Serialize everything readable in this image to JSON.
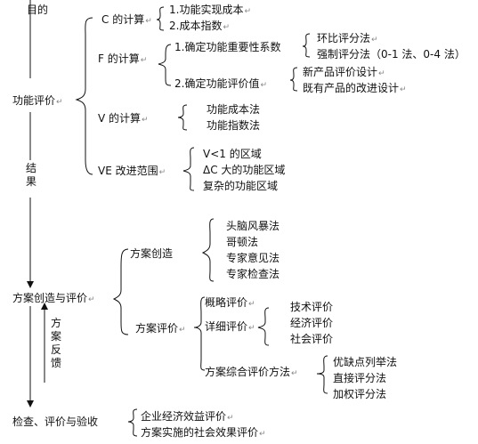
{
  "stages": {
    "goal": "目的",
    "function_eval": "功能评价",
    "result": "结果",
    "scheme_create_eval": "方案创造与评价",
    "scheme_feedback": "方案反馈",
    "inspect": "检查、评价与验收"
  },
  "function_eval": {
    "c_calc": "C 的计算",
    "c_items": [
      "1.功能实现成本",
      "2.成本指数"
    ],
    "f_calc": "F 的计算",
    "f1": "1.确定功能重要性系数",
    "f1_items": [
      "环比评分法",
      "强制评分法（0-1 法、0-4 法）"
    ],
    "f2": "2.确定功能评价值",
    "f2_items": [
      "新产品评价设计",
      "既有产品的改进设计"
    ],
    "v_calc": "V 的计算",
    "v_items": [
      "功能成本法",
      "功能指数法"
    ],
    "ve_range": "VE 改进范围",
    "ve_items": [
      "V<1 的区域",
      "ΔC 大的功能区域",
      "复杂的功能区域"
    ]
  },
  "scheme": {
    "create": "方案创造",
    "create_items": [
      "头脑风暴法",
      "哥顿法",
      "专家意见法",
      "专家检查法"
    ],
    "evaluate": "方案评价",
    "rough": "概略评价",
    "detail": "详细评价",
    "detail_items": [
      "技术评价",
      "经济评价",
      "社会评价"
    ],
    "comprehensive": "方案综合评价方法",
    "comprehensive_items": [
      "优缺点列举法",
      "直接评分法",
      "加权评分法"
    ]
  },
  "inspect_items": [
    "企业经济效益评价",
    "方案实施的社会效果评价"
  ],
  "return_mark": "↵"
}
